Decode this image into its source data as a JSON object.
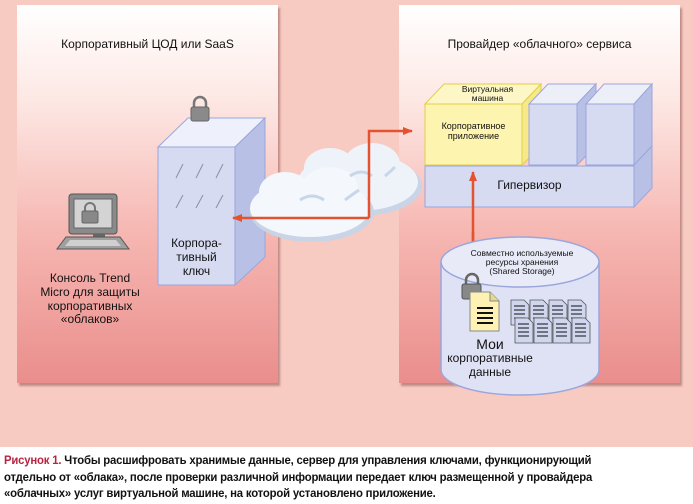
{
  "left_panel": {
    "title": "Корпоративный ЦОД или SaaS",
    "key_server_label": [
      "Корпора-",
      "тивный",
      "ключ"
    ],
    "console_label": [
      "Консоль Trend",
      "Micro для защиты",
      "корпоративных",
      "«облаков»"
    ]
  },
  "right_panel": {
    "title": "Провайдер «облачного» сервиса",
    "vm_top_label": [
      "Виртуальная",
      "машина"
    ],
    "vm_front_label": [
      "Корпоративное",
      "приложение"
    ],
    "hypervisor_label": "Гипервизор",
    "storage_top_label": [
      "Совместно используемые",
      "ресурсы хранения",
      "(Shared Storage)"
    ],
    "storage_data_label": [
      "Мои",
      "корпоративные",
      "данные"
    ]
  },
  "caption": {
    "figure_label": "Рисунок 1.",
    "lines": [
      "Чтобы расшифровать хранимые данные, сервер для управления ключами, функционирующий",
      "отдельно от «облака», после проверки различной информации передает ключ размещенной у провайдера",
      "«облачных» услуг виртуальной машине, на которой установлено приложение."
    ]
  },
  "colors": {
    "arrow": "#e4532f",
    "background": "#f8cbc2",
    "vm_yellow": "#fdf4b0",
    "block_blue": "#d6dbf2",
    "caption_accent": "#b8233f"
  }
}
